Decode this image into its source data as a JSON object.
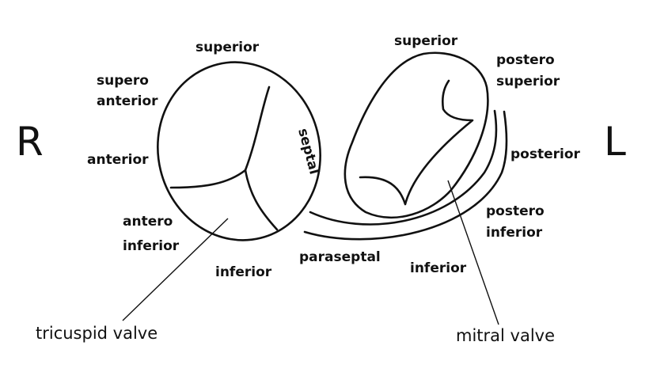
{
  "sides": {
    "right": "R",
    "left": "L"
  },
  "tricuspid": {
    "label": "tricuspid valve",
    "superior": "superior",
    "supero_anterior": [
      "supero",
      "anterior"
    ],
    "anterior": "anterior",
    "antero_inferior": [
      "antero",
      "inferior"
    ],
    "inferior": "inferior",
    "septal": "septal"
  },
  "paraseptal": "paraseptal",
  "mitral": {
    "label": "mitral valve",
    "superior": "superior",
    "postero_superior": [
      "postero",
      "superior"
    ],
    "posterior": "posterior",
    "postero_inferior": [
      "postero",
      "inferior"
    ],
    "inferior": "inferior"
  }
}
